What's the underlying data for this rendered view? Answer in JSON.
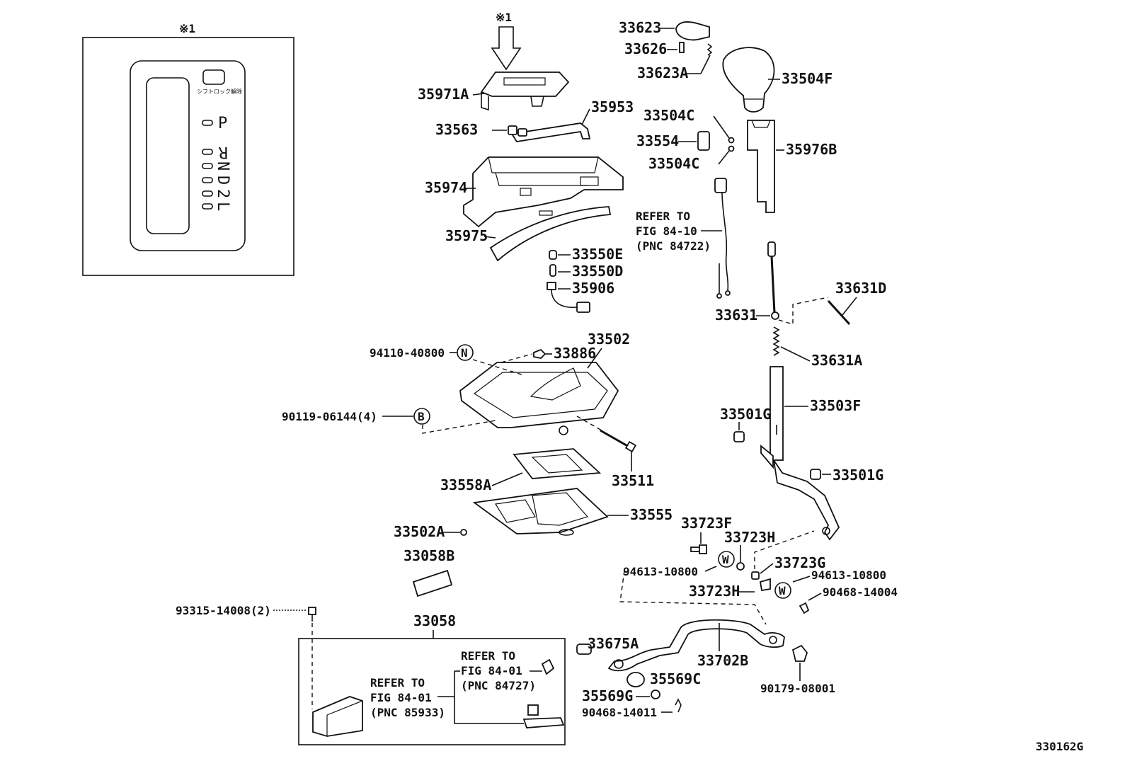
{
  "figure_id": "330162G",
  "inset": {
    "mark": "※1",
    "gear_letters": [
      "P",
      "R",
      "N",
      "D",
      "2",
      "L"
    ],
    "small_text": "シフトロック解除"
  },
  "top_mark": "※1",
  "callouts": {
    "c33623": "33623",
    "c33626": "33626",
    "c33623A": "33623A",
    "c33504F": "33504F",
    "c33504C_1": "33504C",
    "c33554": "33554",
    "c33504C_2": "33504C",
    "c35976B": "35976B",
    "c35971A": "35971A",
    "c35953": "35953",
    "c33563": "33563",
    "c35974": "35974",
    "c35975": "35975",
    "c33550E": "33550E",
    "c33550D": "33550D",
    "c35906": "35906",
    "c33631D": "33631D",
    "c33631": "33631",
    "c33631A": "33631A",
    "c33502": "33502",
    "c33886": "33886",
    "c94110": "94110-40800",
    "c90119": "90119-06144(4)",
    "c33503F": "33503F",
    "c33501G_1": "33501G",
    "c33501G_2": "33501G",
    "c33511": "33511",
    "c33558A": "33558A",
    "c33555": "33555",
    "c33502A": "33502A",
    "c33058B": "33058B",
    "c33723F": "33723F",
    "c33723H_1": "33723H",
    "c33723G": "33723G",
    "c94613_1": "94613-10800",
    "c94613_2": "94613-10800",
    "c33723H_2": "33723H",
    "c90468_14004": "90468-14004",
    "c93315": "93315-14008(2)",
    "c33058": "33058",
    "c33675A": "33675A",
    "c33702B": "33702B",
    "c35569C": "35569C",
    "c35569G": "35569G",
    "c90468_14011": "90468-14011",
    "c90179": "90179-08001"
  },
  "circle_codes": {
    "N": "N",
    "B": "B",
    "W1": "W",
    "W2": "W"
  },
  "refer_notes": {
    "r1": [
      "REFER TO",
      "FIG 84-10",
      "(PNC 84722)"
    ],
    "r2": [
      "REFER TO",
      "FIG 84-01",
      "(PNC 84727)"
    ],
    "r3": [
      "REFER TO",
      "FIG 84-01",
      "(PNC 85933)"
    ]
  }
}
